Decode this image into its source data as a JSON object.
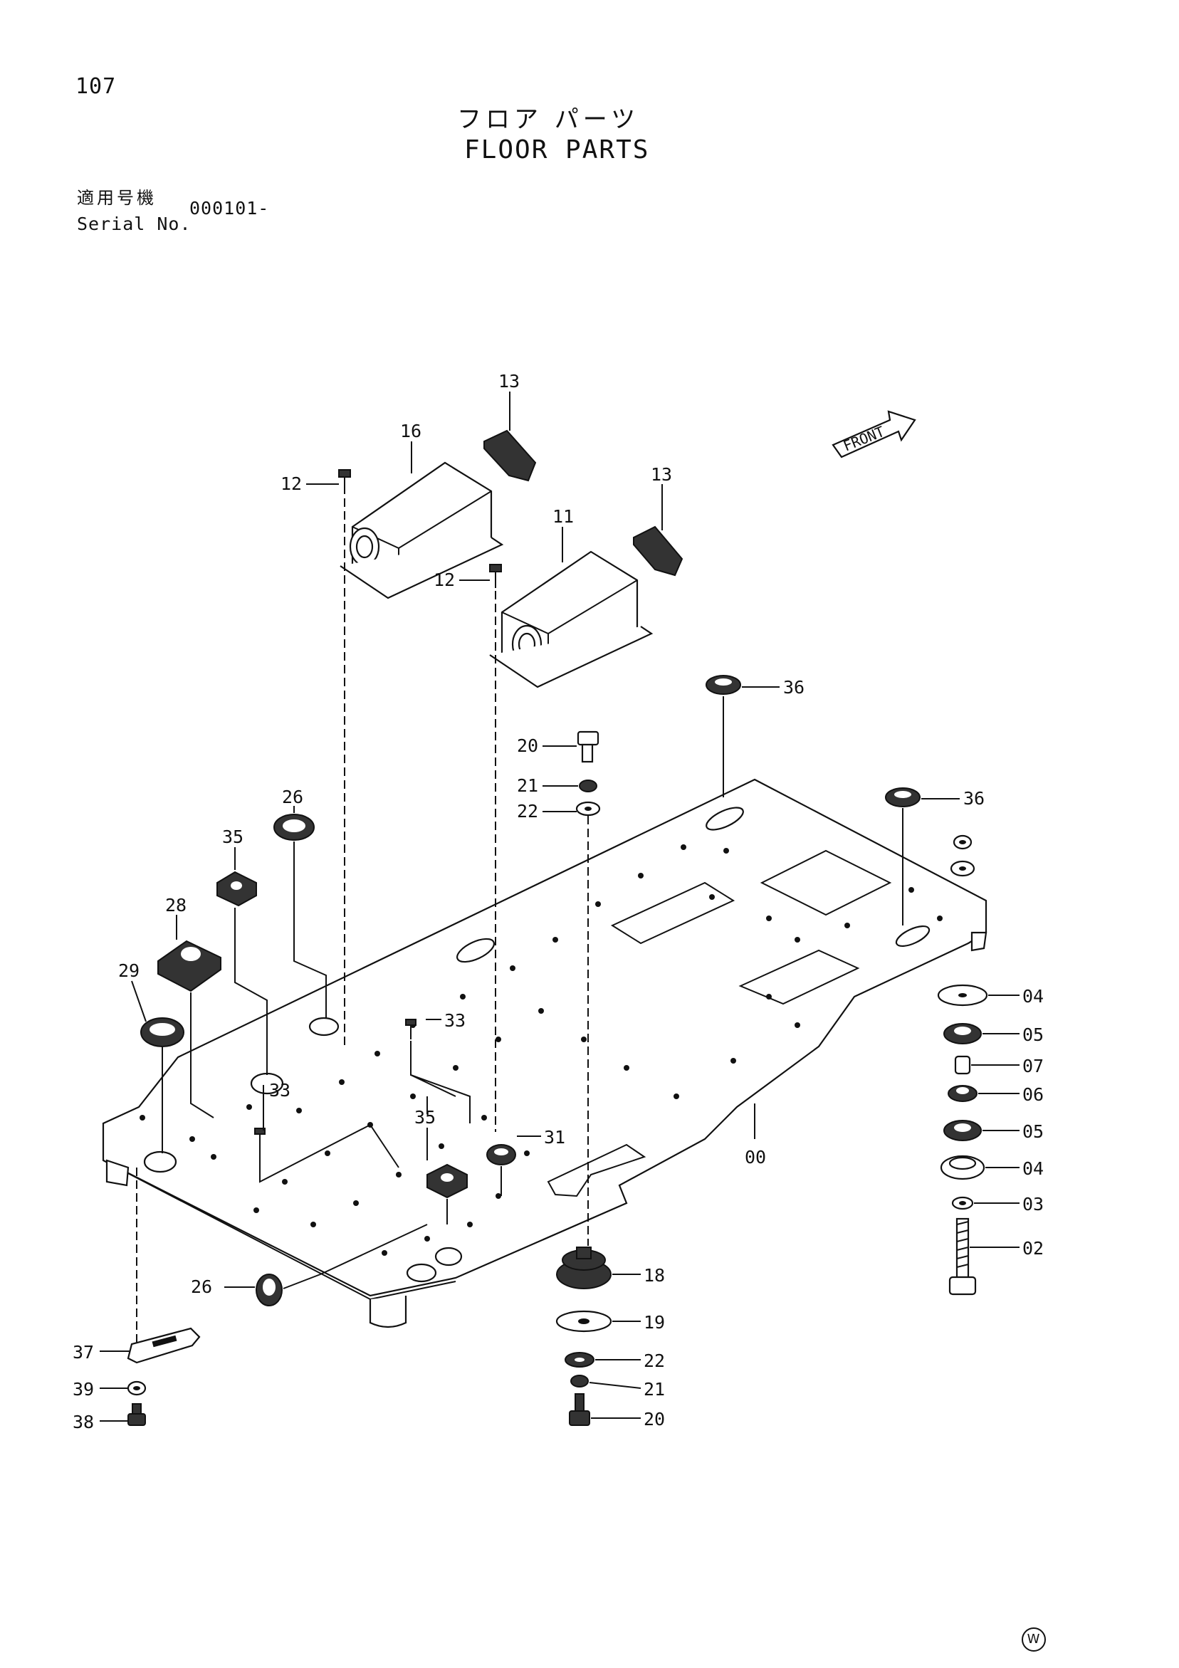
{
  "header": {
    "page_number": "107",
    "title_jp": "フロア パーツ",
    "title_en": "FLOOR PARTS",
    "serial_label_jp": "適用号機",
    "serial_label_en": "Serial No.",
    "serial_value": "000101-"
  },
  "diagram": {
    "front_label": "FRONT",
    "callouts": {
      "c13a": "13",
      "c16": "16",
      "c12a": "12",
      "c13b": "13",
      "c11": "11",
      "c12b": "12",
      "c36a": "36",
      "c36b": "36",
      "c20a": "20",
      "c21a": "21",
      "c22a": "22",
      "c26a": "26",
      "c35a": "35",
      "c28": "28",
      "c29": "29",
      "c33a": "33",
      "c33b": "33",
      "c35b": "35",
      "c31": "31",
      "c00": "00",
      "c04a": "04",
      "c05a": "05",
      "c07": "07",
      "c06": "06",
      "c05b": "05",
      "c04b": "04",
      "c03": "03",
      "c02": "02",
      "c18": "18",
      "c19": "19",
      "c22b": "22",
      "c21b": "21",
      "c20b": "20",
      "c26b": "26",
      "c37": "37",
      "c39": "39",
      "c38": "38"
    }
  },
  "footer": {
    "mark": "W"
  }
}
